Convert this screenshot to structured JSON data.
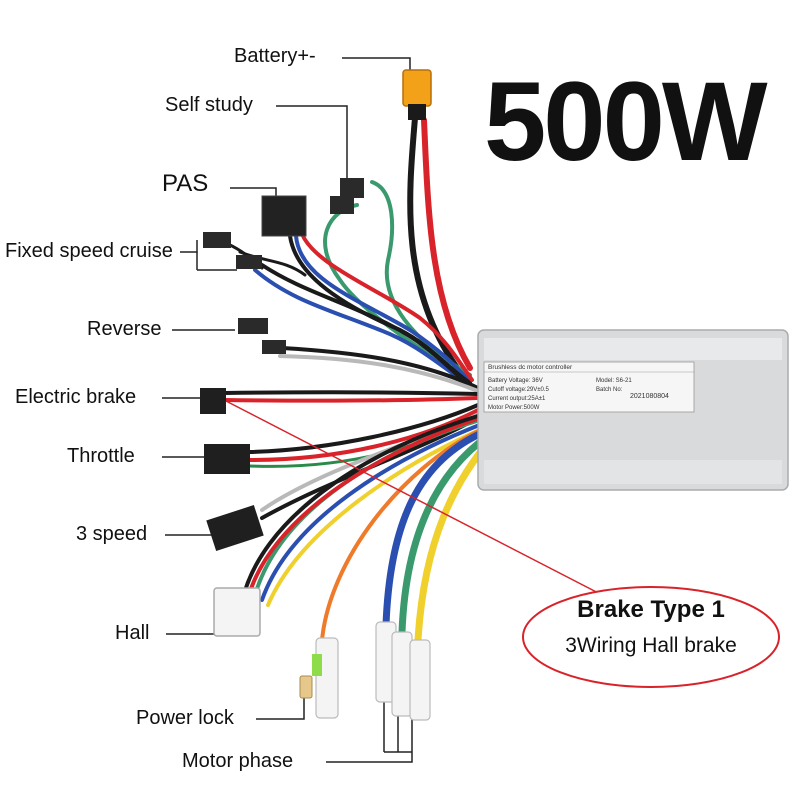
{
  "title": "500W",
  "labels": {
    "battery": "Battery+-",
    "self_study": "Self study",
    "pas": "PAS",
    "cruise": "Fixed speed cruise",
    "reverse": "Reverse",
    "ebrake": "Electric brake",
    "throttle": "Throttle",
    "three_speed": "3 speed",
    "hall": "Hall",
    "power_lock": "Power lock",
    "motor_phase": "Motor phase"
  },
  "callout": {
    "title": "Brake Type 1",
    "subtitle": "3Wiring Hall brake"
  },
  "plate": {
    "header": "Brushless dc motor controller",
    "battery_voltage": "Battery Voltage: 36V",
    "cutoff_voltage": "Cutoff voltage:29V±0.5",
    "current_output": "Current output:25A±1",
    "motor_power": "Motor Power:500W",
    "model": "Model:  S6-21",
    "batch": "Batch No:",
    "batch_number": "2021080804"
  },
  "colors": {
    "red": "#d8232a",
    "black": "#1a1a1a",
    "green": "#3a9a6e",
    "blue": "#2a4fb0",
    "yellow": "#f0d02c",
    "orange": "#ee7a2a",
    "gray": "#b9b9b9",
    "white": "#f2f2f2",
    "callout_red": "#d8232a"
  }
}
